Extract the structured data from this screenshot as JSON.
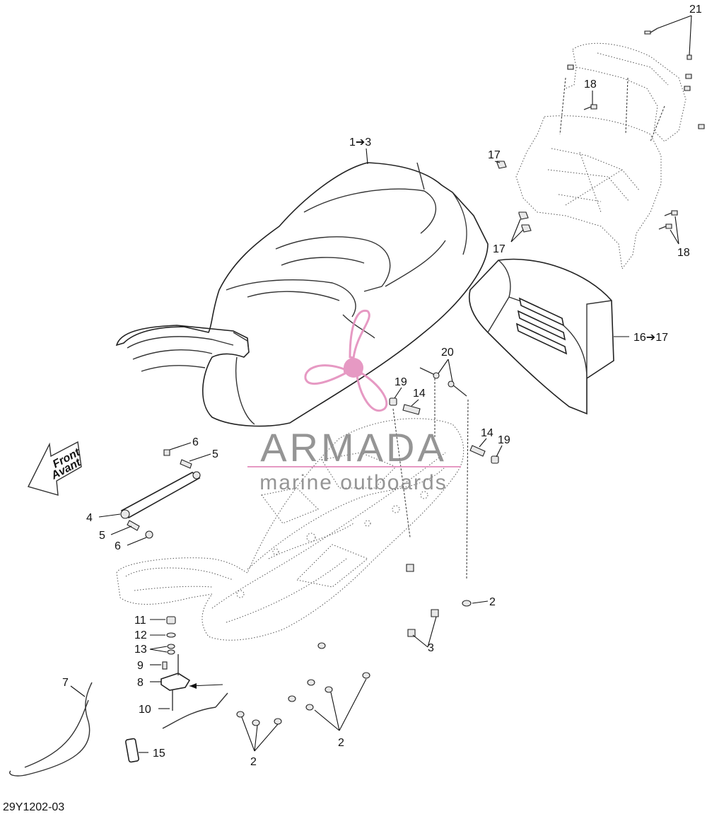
{
  "drawing_id": "29Y1202-03",
  "front_arrow": {
    "line1": "Front",
    "line2": "Avant"
  },
  "watermark": {
    "brand": "ARMADA",
    "tagline": "marine outboards",
    "color": "#e48fbd"
  },
  "callouts": {
    "c1_3": "1➔3",
    "c16_17": "16➔17",
    "c21": "21",
    "c18a": "18",
    "c18b": "18",
    "c17a": "17",
    "c17b": "17",
    "c20": "20",
    "c19a": "19",
    "c19b": "19",
    "c14a": "14",
    "c14b": "14",
    "c6a": "6",
    "c5a": "5",
    "c4": "4",
    "c5b": "5",
    "c6b": "6",
    "c2a": "2",
    "c3": "3",
    "c11": "11",
    "c12": "12",
    "c13": "13",
    "c9": "9",
    "c8": "8",
    "c7": "7",
    "c10": "10",
    "c15": "15",
    "c2b": "2",
    "c2c": "2"
  }
}
